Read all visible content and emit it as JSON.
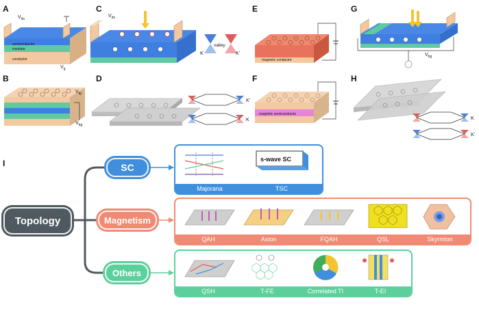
{
  "panel_labels": [
    "A",
    "B",
    "C",
    "D",
    "E",
    "F",
    "G",
    "H",
    "I"
  ],
  "panelA": {
    "vds": "V",
    "vds_sub": "ds",
    "vg": "V",
    "vg_sub": "g",
    "layers": [
      "semiconductor",
      "insulator",
      "conductor"
    ]
  },
  "panelB": {
    "vtg": "V",
    "vtg_sub": "tg",
    "vbg": "V",
    "vbg_sub": "bg"
  },
  "panelC": {
    "vds": "V",
    "vds_sub": "ds",
    "valley": "valley",
    "k": "K",
    "kp": "K'"
  },
  "panelD": {
    "k": "K",
    "kp": "K'"
  },
  "panelE": {
    "layer": "magnetic conductor"
  },
  "panelF": {
    "layer": "magnetic semiconductor"
  },
  "panelG": {
    "vbg": "V",
    "vbg_sub": "bg"
  },
  "panelH": {
    "k": "K",
    "kp": "K'"
  },
  "topology": {
    "root": "Topology",
    "colors": {
      "root": "#4f5a60",
      "sc": "#3f8fdc",
      "mag": "#f08a74",
      "oth": "#5dcf9c"
    },
    "branches": [
      {
        "key": "sc",
        "label": "SC",
        "items": [
          "Majorana",
          "TSC"
        ],
        "box_text": "s-wave SC"
      },
      {
        "key": "mag",
        "label": "Magnetism",
        "items": [
          "QAH",
          "Axion",
          "FQAH",
          "QSL",
          "Skyrmion"
        ]
      },
      {
        "key": "oth",
        "label": "Others",
        "items": [
          "QSH",
          "T-FE",
          "Correlated TI",
          "T-EI"
        ]
      }
    ]
  }
}
